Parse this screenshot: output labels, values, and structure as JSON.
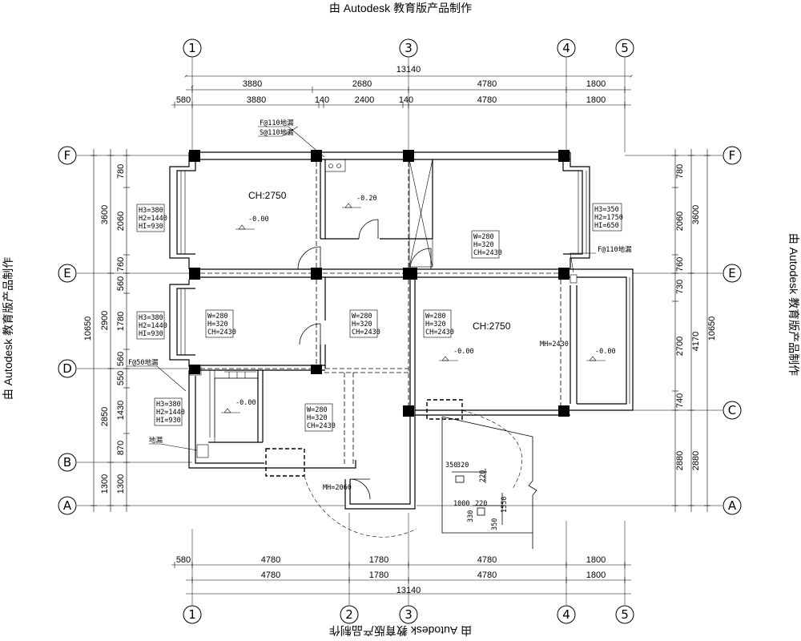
{
  "watermark": "由 Autodesk 教育版产品制作",
  "grid": {
    "top_labels": [
      "1",
      "3",
      "4",
      "5"
    ],
    "bottom_labels": [
      "1",
      "2",
      "3",
      "4",
      "5"
    ],
    "row_labels": [
      "F",
      "E",
      "D",
      "C",
      "B",
      "A"
    ]
  },
  "dimensions": {
    "top_total": "13140",
    "top_row1": [
      "3880",
      "2680",
      "4780",
      "1800"
    ],
    "top_row2": [
      "580",
      "3880",
      "140",
      "2400",
      "140",
      "4780",
      "1800"
    ],
    "bottom_row1": [
      "580",
      "4780",
      "1780",
      "4780",
      "1800"
    ],
    "bottom_row2": [
      "4780",
      "1780",
      "4780",
      "1800"
    ],
    "bottom_total": "13140",
    "left_outer": "10650",
    "left_mid": [
      "3600",
      "2900",
      "2850",
      "1300"
    ],
    "left_inner": [
      "780",
      "2060",
      "760",
      "560",
      "1780",
      "560",
      "550",
      "1430",
      "870",
      "1300"
    ],
    "right_outer": "10650",
    "right_mid": [
      "3600",
      "4170",
      "2880"
    ],
    "right_inner": [
      "780",
      "2060",
      "760",
      "730",
      "2700",
      "740"
    ]
  },
  "rooms": {
    "ch_label": "CH:2750",
    "level_000": "-0.00",
    "level_020": "-0.20",
    "mh_2430": "MH=2430",
    "mh_2060": "MH=2060"
  },
  "windows": {
    "left_a": [
      "H3=380",
      "H2=1440",
      "HI=930"
    ],
    "right_a": [
      "H3=350",
      "H2=1750",
      "HI=650"
    ],
    "beam": [
      "W=280",
      "H=320",
      "CH=2430"
    ]
  },
  "callouts": {
    "fire": "F@110地漏",
    "sewer": "S@110地漏",
    "fire_e": "F@110地漏",
    "fire_d": "F@50地漏",
    "floor_drain": "地漏"
  },
  "detail": [
    "350",
    "320",
    "220",
    "1000",
    "220",
    "330",
    "1550",
    "350"
  ]
}
